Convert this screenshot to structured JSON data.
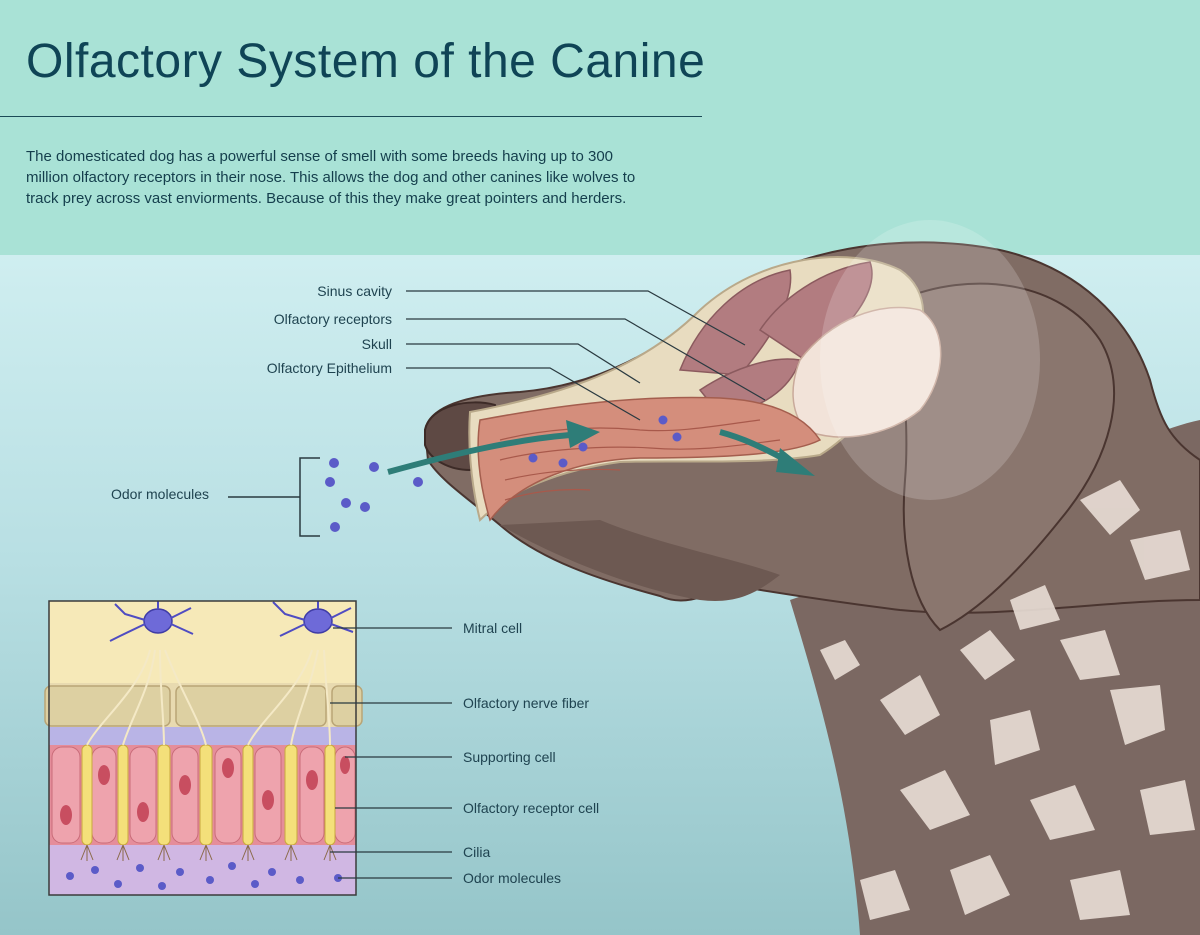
{
  "title": "Olfactory System of the Canine",
  "intro": "The domesticated dog has a powerful sense of smell with some breeds having up to 300 million olfactory receptors in their nose. This allows the dog and other canines like wolves to track prey across vast enviorments. Because of this they make great pointers and herders.",
  "head_labels": {
    "sinus_cavity": "Sinus cavity",
    "olfactory_receptors": "Olfactory receptors",
    "skull": "Skull",
    "olfactory_epithelium": "Olfactory Epithelium",
    "odor_molecules": "Odor molecules"
  },
  "inset_labels": {
    "mitral_cell": "Mitral cell",
    "olfactory_nerve_fiber": "Olfactory nerve fiber",
    "supporting_cell": "Supporting cell",
    "olfactory_receptor_cell": "Olfactory receptor cell",
    "cilia": "Cilia",
    "odor_molecules": "Odor molecules"
  },
  "colors": {
    "header_bg": "#a9e2d6",
    "title": "#0f4456",
    "dog_fur": "#7a6660",
    "tissue": "#d48e7c",
    "bone": "#e8dcc0",
    "molecule": "#5b5bc8",
    "arrow": "#2e7d78"
  }
}
